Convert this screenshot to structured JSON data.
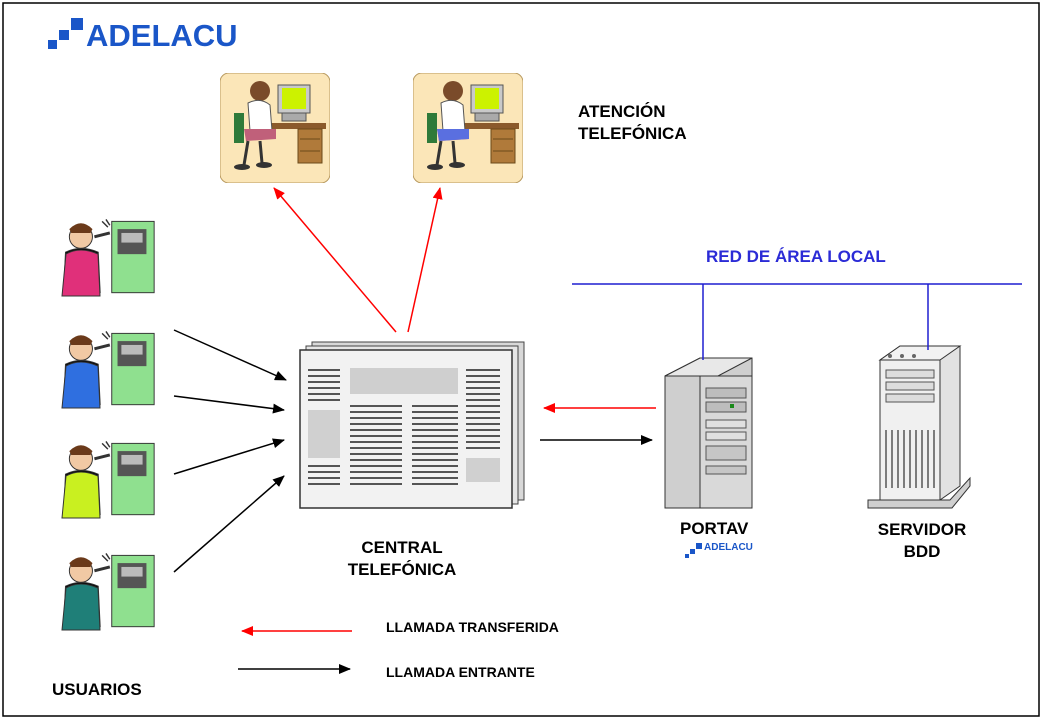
{
  "logo": {
    "text": "ADELACU"
  },
  "labels": {
    "atencion": [
      "ATENCIÓN",
      "TELEFÓNICA"
    ],
    "red_local": "RED DE ÁREA LOCAL",
    "central": [
      "CENTRAL",
      "TELEFÓNICA"
    ],
    "portav": "PORTAV",
    "portav_logo": "ADELACU",
    "servidor": [
      "SERVIDOR",
      "BDD"
    ],
    "usuarios": "USUARIOS"
  },
  "legend": {
    "transferida": "LLAMADA TRANSFERIDA",
    "entrante": "LLAMADA ENTRANTE"
  },
  "colors": {
    "transferred": "#ff0000",
    "incoming": "#000000",
    "network": "#1f1fd0",
    "logo": "#1a56c8"
  },
  "icons": [
    "call-center-agent-icon",
    "phone-user-icon",
    "pbx-switch-icon",
    "server-tower-icon",
    "database-server-icon"
  ]
}
